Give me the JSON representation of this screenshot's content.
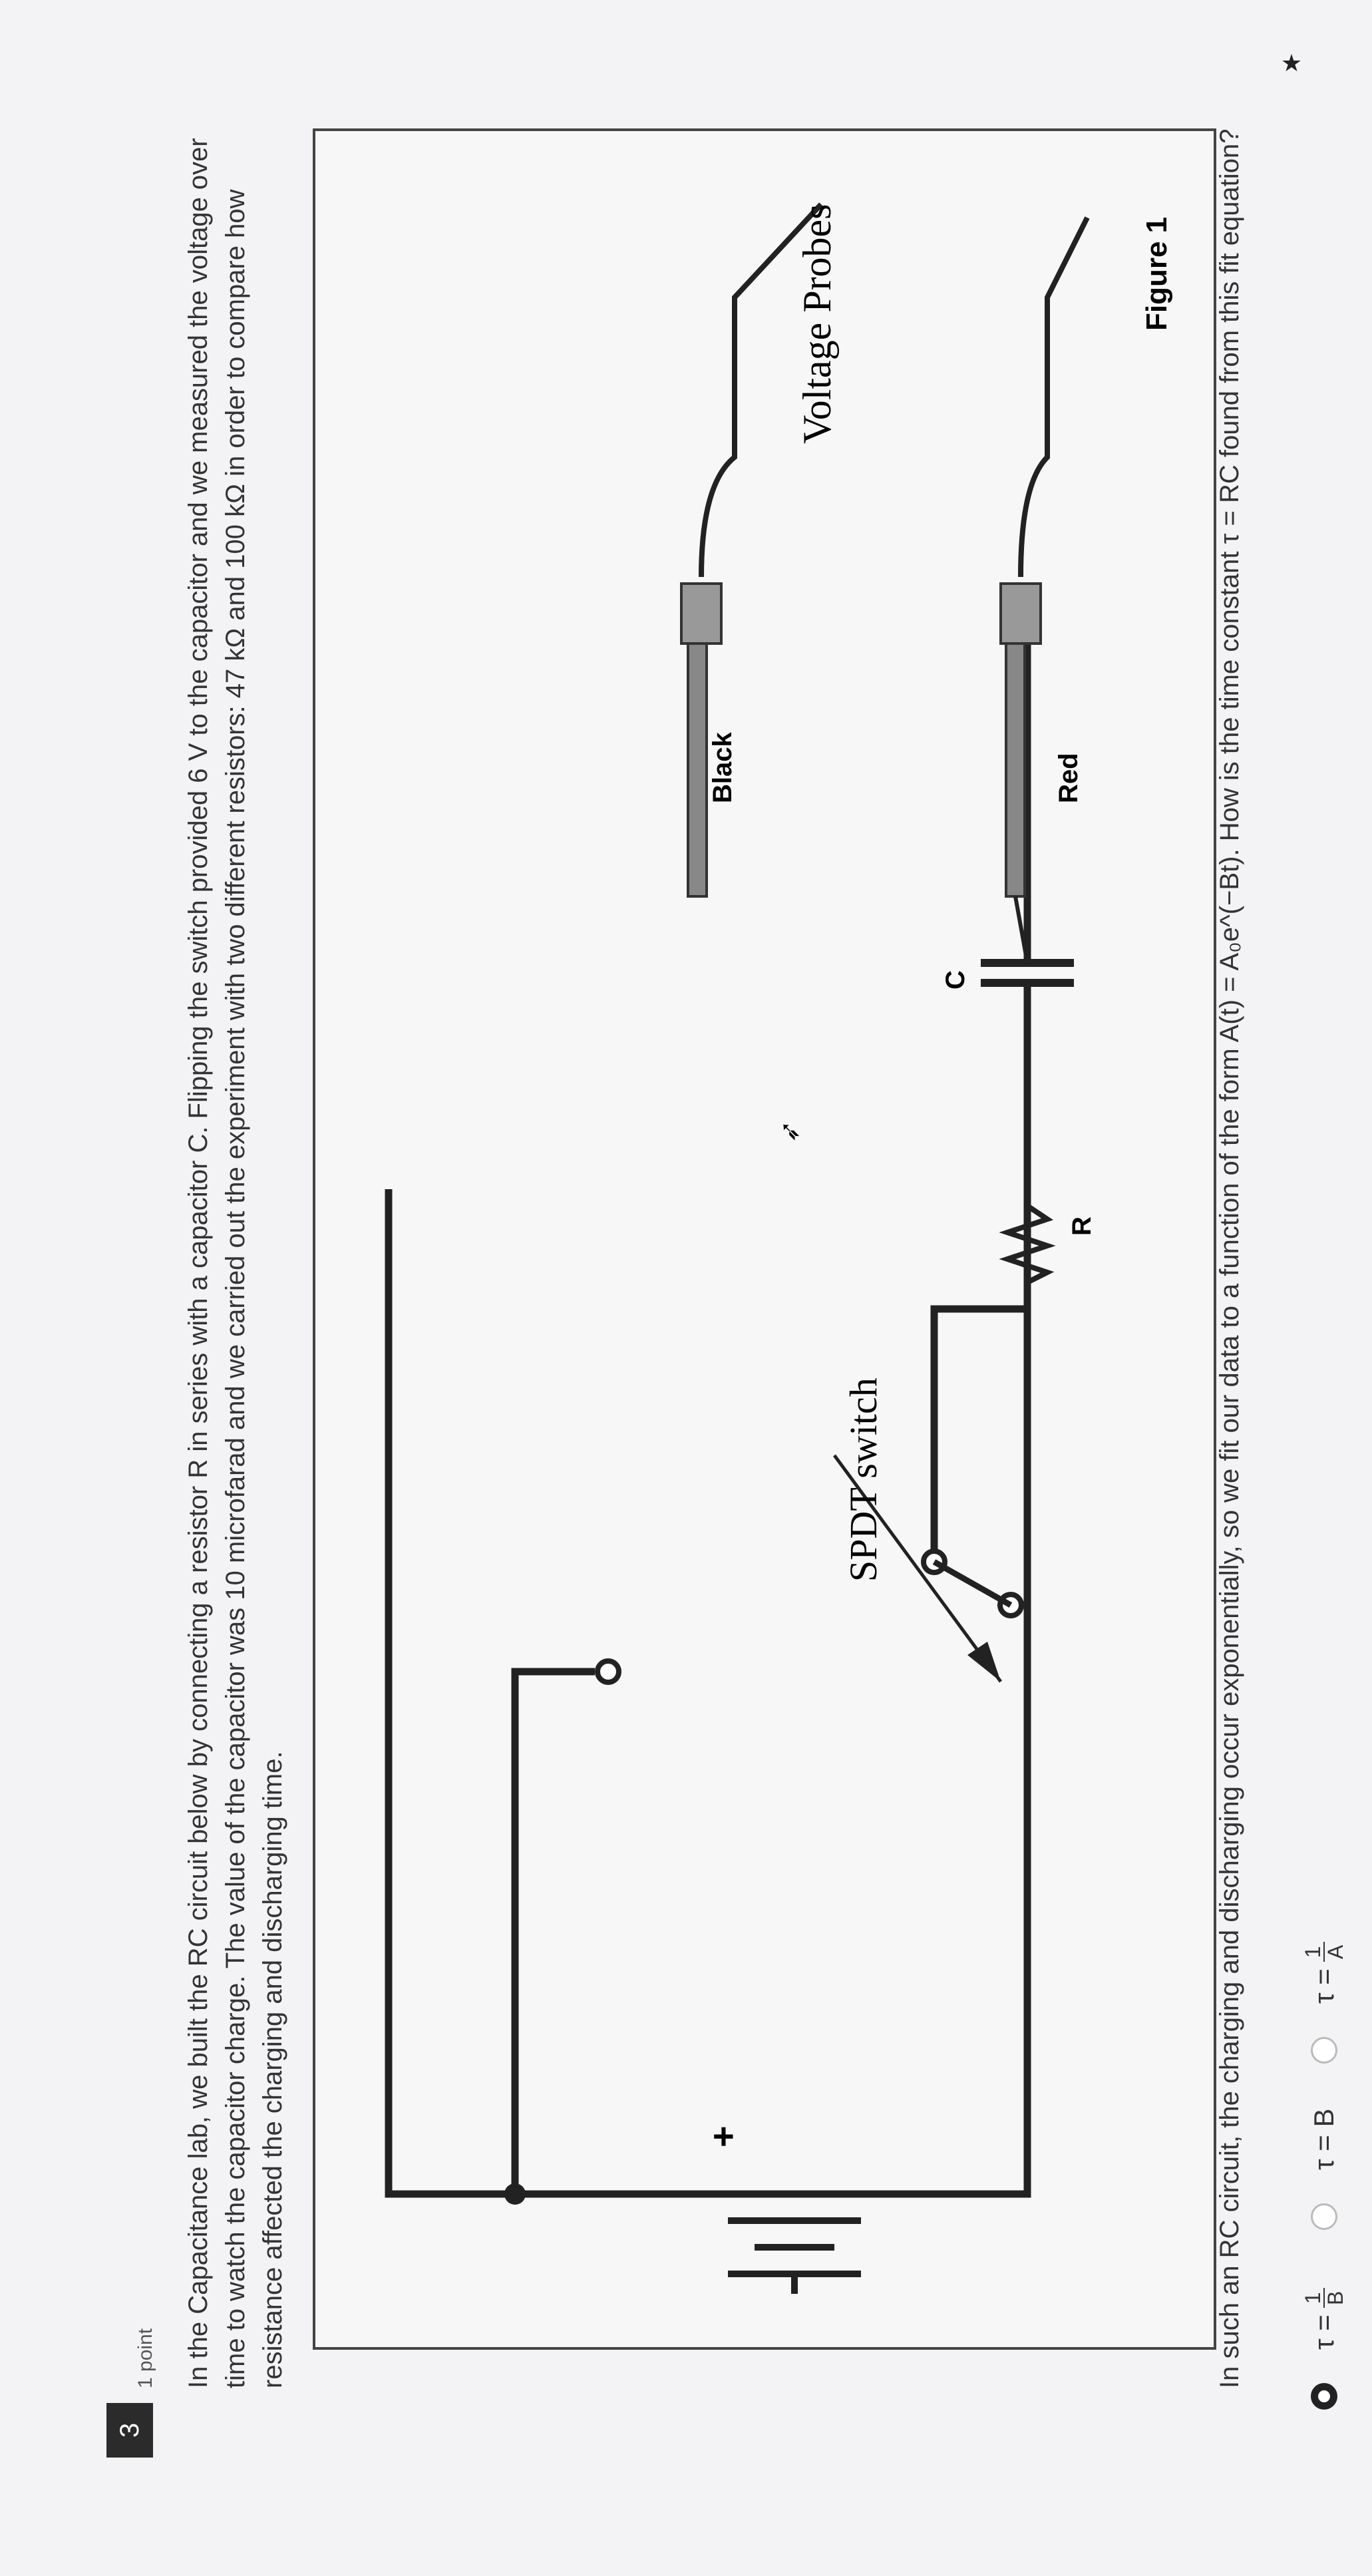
{
  "question": {
    "number": "3",
    "points": "1 point",
    "text": "In the Capacitance lab, we built the RC circuit below by connecting a resistor R in series with a capacitor C. Flipping the switch provided 6 V to the capacitor and we measured the voltage over time to watch the capacitor charge. The value of the capacitor was 10 microfarad and we carried out the experiment with two different resistors: 47 kΩ and 100 kΩ in order to compare how resistance affected the charging and discharging time.",
    "fit_text": "In such an RC circuit, the charging and discharging occur exponentially, so we fit our data to a function of the form A(t) = A₀e^(−Bt). How is the time constant τ = RC found from this fit equation?"
  },
  "figure": {
    "title": "Figure 1",
    "resistor_label": "R",
    "capacitor_label": "C",
    "switch_label": "SPDT switch",
    "battery_sign": "+",
    "probe_red": "Red",
    "probe_black": "Black",
    "probes_label": "Voltage Probes"
  },
  "options": [
    {
      "prefix": "τ =",
      "numerator": "1",
      "denominator": "B",
      "selected": true
    },
    {
      "prefix": "τ = B",
      "numerator": "",
      "denominator": "",
      "selected": false
    },
    {
      "prefix": "τ =",
      "numerator": "1",
      "denominator": "A",
      "selected": false
    }
  ],
  "icons": [
    "pin-icon",
    "cursor-icon"
  ]
}
